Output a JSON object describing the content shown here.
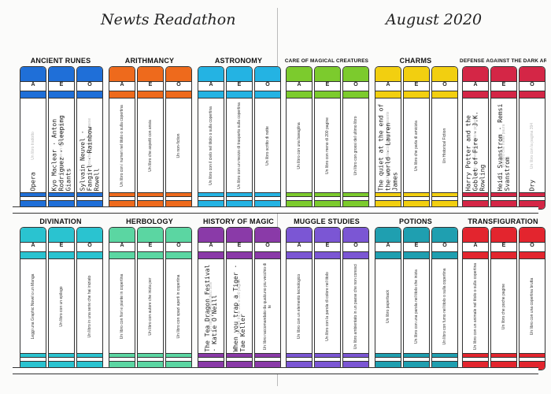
{
  "title": "Newts Readathon",
  "month": "August 2020",
  "book_letters": [
    "A",
    "E",
    "O"
  ],
  "sections": [
    {
      "name": "ANCIENT RUNES",
      "color": "#1f6fd8",
      "books": [
        {
          "prompt": "Un libro tradotto",
          "written": "Opera"
        },
        {
          "prompt": "Un libro con un solo personaggio",
          "written": "Kyo Maclear\nAnton Rodriguez\nSleeping Giants"
        },
        {
          "prompt": "Un libro che si svolge nel paese",
          "written": "Sylvain Neuvel\nFangirl\nRainbow Rowell"
        }
      ]
    },
    {
      "name": "ARITHMANCY",
      "color": "#ee6a1c",
      "books": [
        {
          "prompt": "Un libro con i numeri nel titolo o sulla copertina",
          "written": ""
        },
        {
          "prompt": "Un libro che aspetti con ansia",
          "written": ""
        },
        {
          "prompt": "Un non-fiction",
          "written": ""
        }
      ]
    },
    {
      "name": "ASTRONOMY",
      "color": "#24b3e3",
      "books": [
        {
          "prompt": "Un libro con il cielo nel titolo o sulla copertina",
          "written": ""
        },
        {
          "prompt": "Un libro con un mezzo di trasporto sulla copertina",
          "written": ""
        },
        {
          "prompt": "Un libro scritto di notte",
          "written": ""
        }
      ]
    },
    {
      "name": "CARE OF MAGICAL CREATURES",
      "color": "#7ccb2d",
      "books": [
        {
          "prompt": "Un libro con una bavaglina",
          "written": ""
        },
        {
          "prompt": "Un libro con meno di 200 pagine",
          "written": ""
        },
        {
          "prompt": "Un libro con grossi del ultimo libro",
          "written": ""
        }
      ]
    },
    {
      "name": "CHARMS",
      "color": "#f2cf10",
      "books": [
        {
          "prompt": "Un libro con una copertina interessante",
          "written": "The quiet at the end of the world\nLauren James"
        },
        {
          "prompt": "Un libro che parla di amicizia",
          "written": ""
        },
        {
          "prompt": "Un Historical Fiction",
          "written": ""
        }
      ]
    },
    {
      "name": "DEFENSE AGAINST THE DARK ARTS",
      "color": "#d42646",
      "books": [
        {
          "prompt": "Leggi un libro di un autore preferito",
          "written": "Harry Potter and the Goblet of Fire\nJ.K. Rowling"
        },
        {
          "prompt": "Un libro che mette paura",
          "written": "Heidi Svanstrom\nRemsi Svanstrom"
        },
        {
          "prompt": "Un libro con la pagina 394",
          "written": "Dry"
        }
      ]
    },
    {
      "name": "DIVINATION",
      "color": "#2ac3d0",
      "books": [
        {
          "prompt": "Leggi una Graphic Novel o un Manga",
          "written": ""
        },
        {
          "prompt": "Un libro con un epilogo",
          "written": ""
        },
        {
          "prompt": "Un libro in una serie che hai iniziato",
          "written": ""
        }
      ]
    },
    {
      "name": "HERBOLOGY",
      "color": "#5bd6a2",
      "books": [
        {
          "prompt": "Un libro con fiori e piante in copertina",
          "written": ""
        },
        {
          "prompt": "Un libro con autore che inizia per",
          "written": ""
        },
        {
          "prompt": "Un libro con spazi aperti in copertina",
          "written": ""
        }
      ]
    },
    {
      "name": "HISTORY OF MAGIC",
      "color": "#8a3aa8",
      "books": [
        {
          "prompt": "Un libro di almeno dieci anni",
          "written": "The Tea Dragon Festival\nKatie O'Neill"
        },
        {
          "prompt": "Un libro tra le 200 e 300 pagine",
          "written": "When you trap a Tiger\nTae Keller"
        },
        {
          "prompt": "Un libro raccomandato da qualcuno piu vecchio di te",
          "written": ""
        }
      ]
    },
    {
      "name": "MUGGLE STUDIES",
      "color": "#7b56d4",
      "books": [
        {
          "prompt": "Un libro con un elemento tecnologico",
          "written": ""
        },
        {
          "prompt": "Un libro con la parola di colore nel titolo",
          "written": ""
        },
        {
          "prompt": "Un libro ambientato in un paese che non conosci",
          "written": ""
        }
      ]
    },
    {
      "name": "POTIONS",
      "color": "#1f9fb0",
      "books": [
        {
          "prompt": "Un libro paperback",
          "written": ""
        },
        {
          "prompt": "Un libro con una parola nel titolo che inizia",
          "written": ""
        },
        {
          "prompt": "Un libro con fumo nel titolo o sulla copertina",
          "written": ""
        }
      ]
    },
    {
      "name": "TRANSFIGURATION",
      "color": "#e3252e",
      "books": [
        {
          "prompt": "Un libro con un animale nel titolo o sulla copertina",
          "written": ""
        },
        {
          "prompt": "Un libro che poche pagine",
          "written": ""
        },
        {
          "prompt": "Un libro con una copertina brutta",
          "written": ""
        }
      ]
    }
  ]
}
